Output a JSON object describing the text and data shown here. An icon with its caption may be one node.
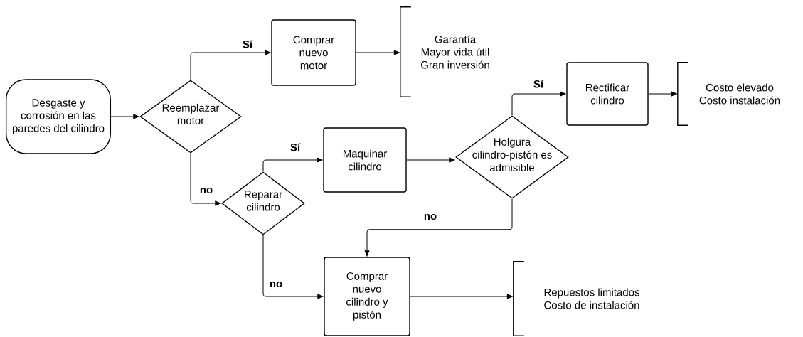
{
  "diagram": {
    "nodes": [
      {
        "text": [
          "Desgaste y corrosión en las paredes del cilindro"
        ]
      },
      {
        "text": [
          "Reemplazar motor"
        ]
      },
      {
        "text": [
          "Comprar nuevo motor"
        ]
      },
      {
        "text": [
          "Garantía",
          "Mayor vida útil",
          "Gran inversión"
        ]
      },
      {
        "text": [
          "Reparar cilindro"
        ]
      },
      {
        "text": [
          "Maquinar cilindro"
        ]
      },
      {
        "text": [
          "Holgura cilindro-pistón es admisible"
        ]
      },
      {
        "text": [
          "Rectificar cilindro"
        ]
      },
      {
        "text": [
          "Costo elevado",
          "Costo instalación"
        ]
      },
      {
        "text": [
          "Comprar nuevo cilindro y pistón"
        ]
      },
      {
        "text": [
          "Repuestos limitados",
          "Costo de  instalación"
        ]
      }
    ],
    "edges": [
      {
        "from": 0,
        "to": 1,
        "arrow": "to"
      },
      {
        "from": 1,
        "to": 2,
        "arrow": "to",
        "label": "Sí"
      },
      {
        "from": 2,
        "to": 3,
        "arrow": "to"
      },
      {
        "from": 1,
        "to": 4,
        "arrow": "to",
        "label": "no"
      },
      {
        "from": 4,
        "to": 5,
        "arrow": "to",
        "label": "Sí"
      },
      {
        "from": 5,
        "to": 6,
        "arrow": "to"
      },
      {
        "from": 6,
        "to": 7,
        "arrow": "to",
        "label": "Sí"
      },
      {
        "from": 7,
        "to": 8,
        "arrow": "to"
      },
      {
        "from": 6,
        "to": 9,
        "arrow": "to",
        "label": "no"
      },
      {
        "from": 4,
        "to": 9,
        "arrow": "to",
        "label": "no"
      },
      {
        "from": 9,
        "to": 10,
        "arrow": "to"
      }
    ]
  }
}
